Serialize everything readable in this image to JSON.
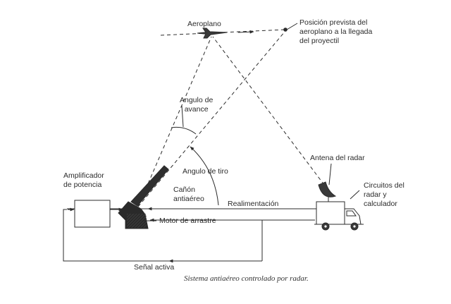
{
  "labels": {
    "aeroplano": "Aeroplano",
    "posicion_prevista": [
      "Posición prevista del",
      "aeroplano a la llegada",
      "del proyectil"
    ],
    "angulo_avance": [
      "Angulo de",
      "avance"
    ],
    "angulo_tiro": "Angulo de tiro",
    "antena_radar": "Antena del radar",
    "amplificador": [
      "Amplificador",
      "de potencia"
    ],
    "canon": [
      "Cañón",
      "antiaéreo"
    ],
    "realimentacion": "Realimentación",
    "circuitos": [
      "Circuitos del",
      "radar y",
      "calculador"
    ],
    "motor_arrastre": "Motor de arrastre",
    "senal_activa": "Señal activa"
  },
  "caption": "Sistema antiaéreo controlado por radar.",
  "colors": {
    "ink": "#2b2b2b",
    "paper": "#ffffff"
  }
}
